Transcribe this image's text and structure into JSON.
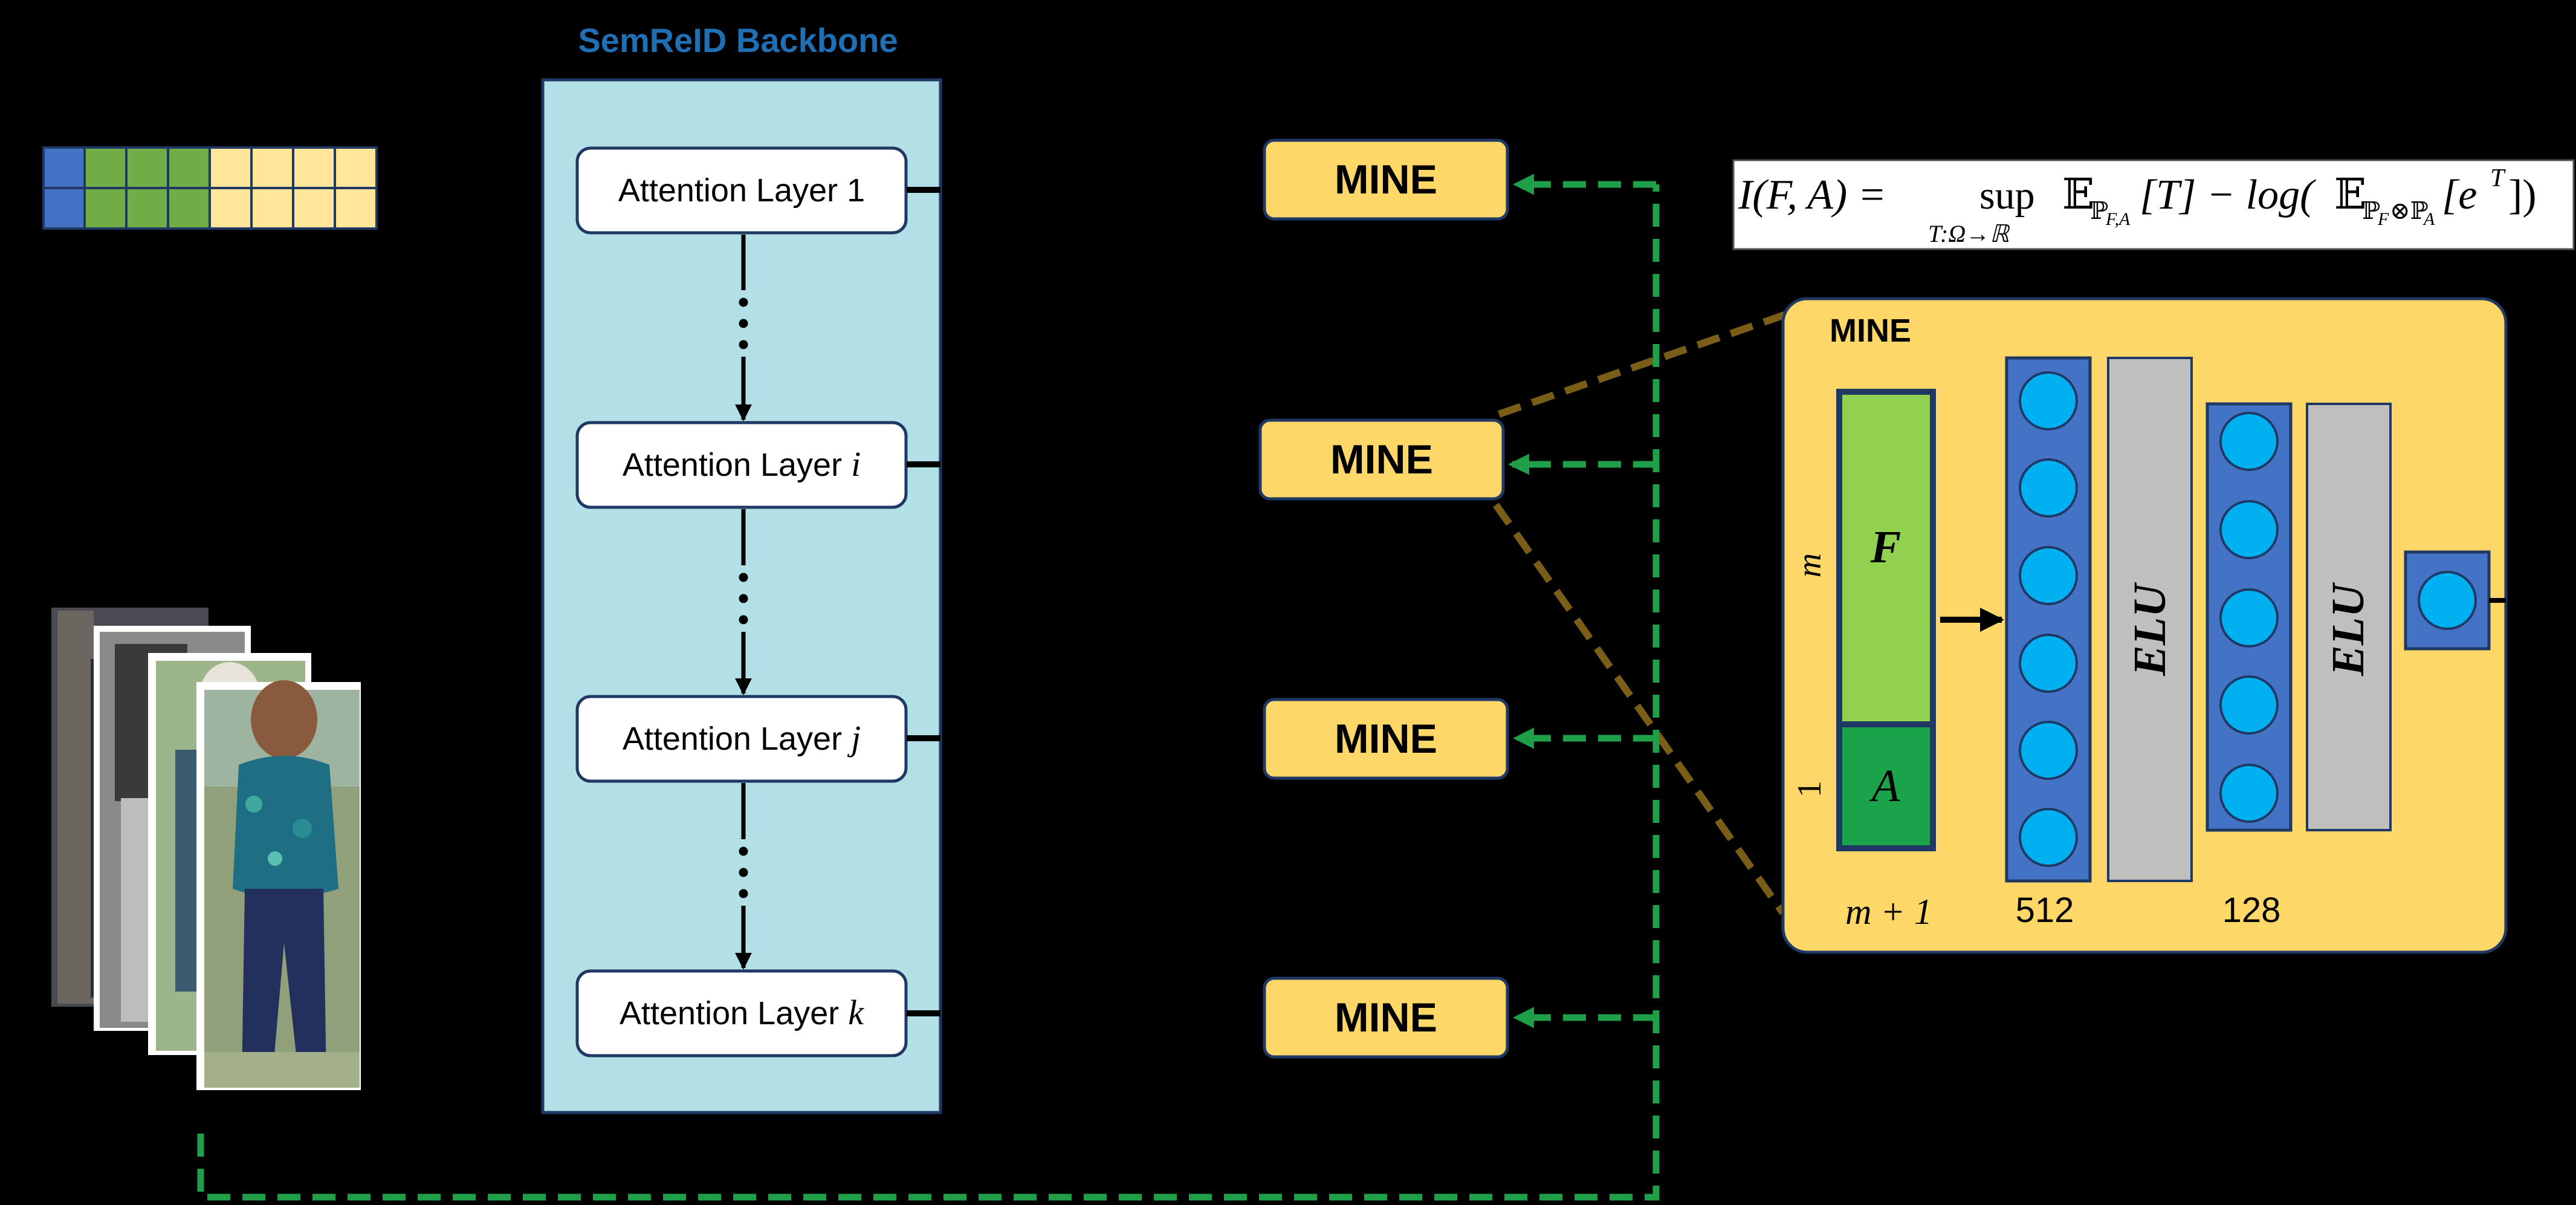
{
  "backbone": {
    "title": "SemReID Backbone",
    "layers": [
      {
        "prefix": "Attention Layer ",
        "index": "1",
        "italic": false
      },
      {
        "prefix": "Attention Layer ",
        "index": "i",
        "italic": true
      },
      {
        "prefix": "Attention Layer ",
        "index": "j",
        "italic": true
      },
      {
        "prefix": "Attention Layer ",
        "index": "k",
        "italic": true
      }
    ]
  },
  "mine_labels": [
    "MINE",
    "MINE",
    "MINE",
    "MINE"
  ],
  "formula": {
    "lhs": "I(F, A) = ",
    "sup": "sup",
    "sup_sub": "T:Ω→ℝ",
    "e1": "𝔼",
    "e1_sub": "ℙ",
    "e1_subsub": "F,A",
    "t1": "[T] − log(",
    "e2": "𝔼",
    "e2_sub": "ℙ",
    "e2_subsub1": "F",
    "otimes": "⊗ℙ",
    "e2_subsub2": "A",
    "t2": "[e",
    "t2_sup": "T",
    "t3": "])"
  },
  "mine_detail": {
    "title": "MINE",
    "f_label": "F",
    "a_label": "A",
    "m_label": "m",
    "one_label": "1",
    "mp1_label": "m + 1",
    "elu_label": "ELU",
    "layer1_size": "512",
    "layer2_size": "128"
  },
  "colors": {
    "background": "#000000",
    "backbone_fill": "#b2e0e6",
    "backbone_title": "#1f6fb5",
    "mine_fill": "#fdd767",
    "dashed_arrow": "#1fa048",
    "zoom_line": "#7a5e18",
    "f_green": "#92d050",
    "a_green": "#1aa34a",
    "neuron_column": "#4472c4",
    "neuron": "#00b0f0",
    "elu_gray": "#bfbfbf"
  }
}
